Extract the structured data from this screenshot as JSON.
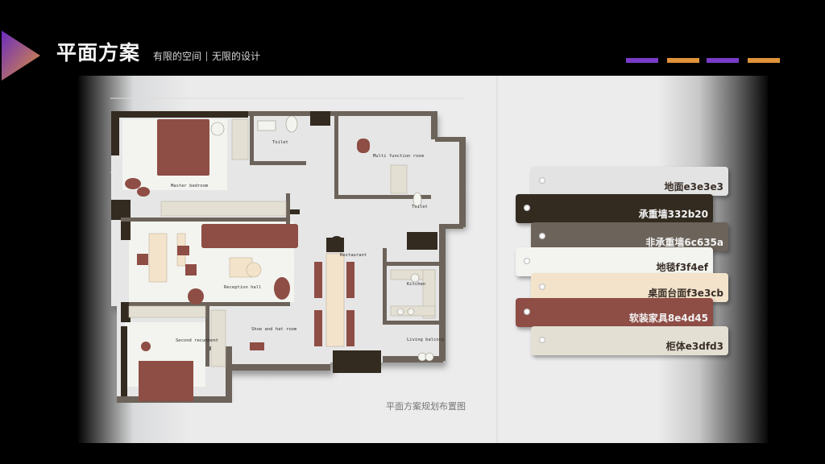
{
  "header": {
    "title": "平面方案",
    "subtitle_part1": "有限的空间",
    "subtitle_part2": "无限的设计",
    "accent_arrow_colors": [
      "#6a2bbf",
      "#e0933a"
    ],
    "deco_bar_colors": [
      "#7a3bc8",
      "#e0933a",
      "#7a3bc8",
      "#e0933a"
    ]
  },
  "plan": {
    "caption": "平面方案规划布置图",
    "rooms": {
      "master_bedroom": "Master bedroom",
      "toilet_1": "Toilet",
      "multi_function": "Multi function room",
      "toilet_2": "Toilet",
      "restaurant": "Restaurant",
      "reception_hall": "Reception hall",
      "kitchen": "Kitchen",
      "shoe_hat_room": "Shoe and hat room",
      "living_balcony": "Living balcony",
      "second_recumbent": "Second recumbent"
    }
  },
  "palette": [
    {
      "label": "地面e3e3e3",
      "color": "#e3e3e3",
      "text_color": "#3a2f28"
    },
    {
      "label": "承重墙332b20",
      "color": "#332b20",
      "text_color": "#f2f2f2"
    },
    {
      "label": "非承重墙6c635a",
      "color": "#6c635a",
      "text_color": "#f2f2f2"
    },
    {
      "label": "地毯f3f4ef",
      "color": "#f3f4ef",
      "text_color": "#3a2f28"
    },
    {
      "label": "桌面台面f3e3cb",
      "color": "#f3e3cb",
      "text_color": "#3a2f28"
    },
    {
      "label": "软装家具8e4d45",
      "color": "#8e4d45",
      "text_color": "#f2f2f2"
    },
    {
      "label": "柜体e3dfd3",
      "color": "#e3dfd3",
      "text_color": "#3a2f28"
    }
  ]
}
